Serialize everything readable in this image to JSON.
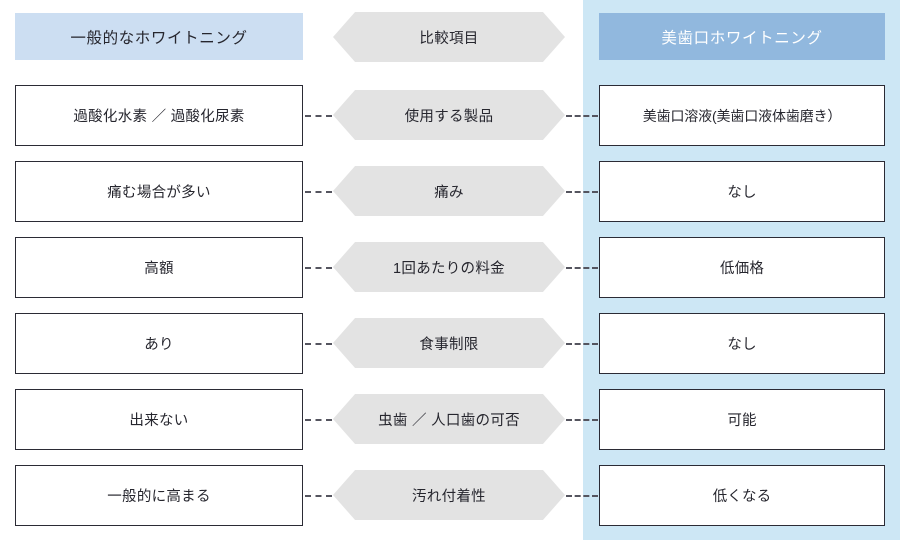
{
  "layout": {
    "type": "comparison-table",
    "columns": 3,
    "rows": 6,
    "colors": {
      "left_header_bg": "#ccdef2",
      "right_header_bg": "#91b8de",
      "right_panel_bg": "#cde7f5",
      "center_shape_bg": "#e3e3e3",
      "cell_border": "#2b2b35",
      "text": "#26262e",
      "right_header_text": "#ffffff",
      "connector": "#55555f"
    }
  },
  "headers": {
    "left": "一般的なホワイトニング",
    "center": "比較項目",
    "right": "美歯口ホワイトニング"
  },
  "rows": [
    {
      "left": "過酸化水素 ／ 過酸化尿素",
      "center": "使用する製品",
      "right": "美歯口溶液(美歯口液体歯磨き）"
    },
    {
      "left": "痛む場合が多い",
      "center": "痛み",
      "right": "なし"
    },
    {
      "left": "高額",
      "center": "1回あたりの料金",
      "right": "低価格"
    },
    {
      "left": "あり",
      "center": "食事制限",
      "right": "なし"
    },
    {
      "left": "出来ない",
      "center": "虫歯 ／ 人口歯の可否",
      "right": "可能"
    },
    {
      "left": "一般的に高まる",
      "center": "汚れ付着性",
      "right": "低くなる"
    }
  ]
}
